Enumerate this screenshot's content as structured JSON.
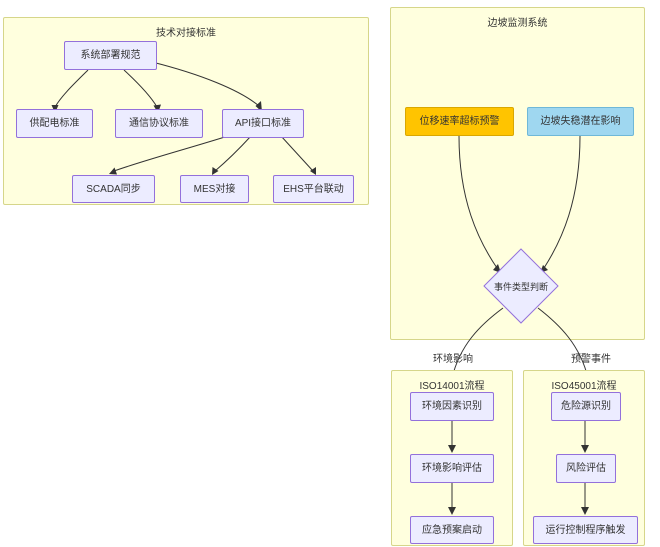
{
  "diagram": {
    "type": "flowchart",
    "background": "#ffffff",
    "cluster_fill": "#ffffde",
    "cluster_stroke": "#d6d68a",
    "node_fill": "#ececff",
    "node_stroke": "#9370db",
    "alert_fill": "#ffc400",
    "impact_fill": "#9fd7f0",
    "edge_stroke": "#333333"
  },
  "clusters": {
    "tech_standard": {
      "title": "技术对接标准",
      "nodes": {
        "deploy_spec": "系统部署规范",
        "power_standard": "供配电标准",
        "protocol_standard": "通信协议标准",
        "api_standard": "API接口标准",
        "scada_sync": "SCADA同步",
        "mes_dock": "MES对接",
        "ehs_link": "EHS平台联动"
      }
    },
    "slope_monitor": {
      "title": "边坡监测系统",
      "nodes": {
        "displacement_alert": "位移速率超标预警",
        "slope_instability": "边坡失稳潜在影响",
        "event_type_decision": "事件类型判断"
      }
    },
    "iso14001": {
      "title": "ISO14001流程",
      "nodes": {
        "env_factor": "环境因素识别",
        "env_impact_eval": "环境影响评估",
        "emergency_plan": "应急预案启动"
      }
    },
    "iso45001": {
      "title": "ISO45001流程",
      "nodes": {
        "hazard_source": "危险源识别",
        "risk_eval": "风险评估",
        "control_trigger": "运行控制程序触发"
      }
    }
  },
  "edge_labels": {
    "env_impact": "环境影响",
    "alert_event": "预警事件"
  }
}
